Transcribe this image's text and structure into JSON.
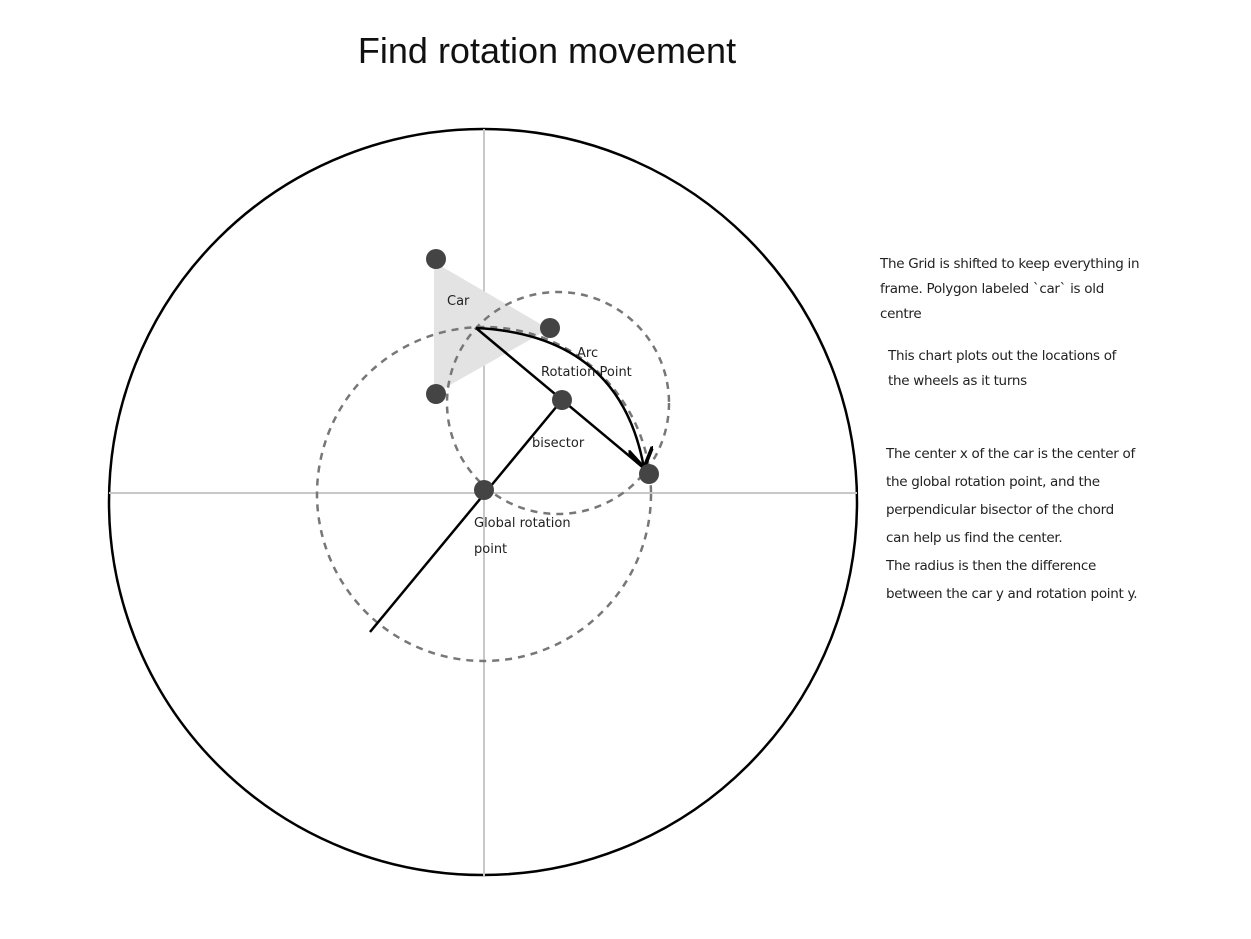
{
  "title": "Find rotation movement",
  "labels": {
    "car": "Car",
    "arc": "Arc",
    "rotation_point": "Rotation Point",
    "bisector": "bisector",
    "global_rotation_line1": "Global rotation",
    "global_rotation_line2": "point"
  },
  "notes": [
    [
      "The Grid is shifted to keep everything in",
      "frame. Polygon labeled `car` is old",
      "centre"
    ],
    [
      "This chart plots out the locations of",
      "the wheels as it turns"
    ],
    [
      "The center x of the car is the center of",
      "the global rotation point, and the",
      "perpendicular bisector of the chord",
      "can help us find the center.",
      "The radius is then the difference",
      "between the car y and rotation point y."
    ]
  ],
  "colors": {
    "stroke": "#000000",
    "dot": "#444444",
    "grid": "#c8c8c8",
    "car_fill": "#e3e3e3",
    "dashed": "#777777"
  }
}
